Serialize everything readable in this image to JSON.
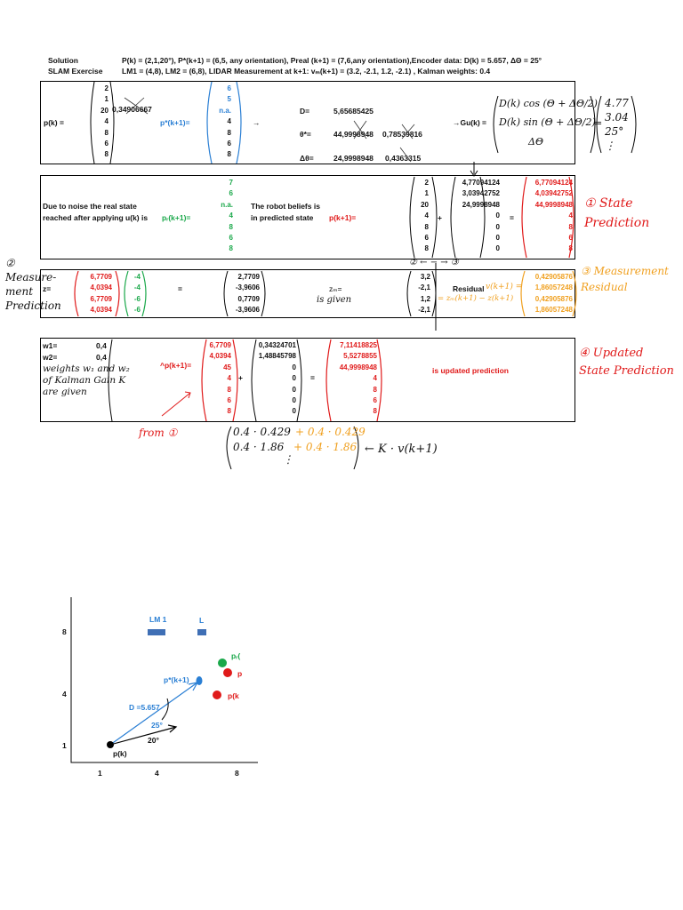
{
  "header": {
    "solution": "Solution",
    "exercise": "SLAM Exercise",
    "line1": "P(k) = (2,1,20°), P*(k+1) = (6,5, any orientation), Preal (k+1) = (7,6,any orientation),Encoder data: D(k) = 5.657, ΔΘ = 25°",
    "line2": "LM1 = (4,8), LM2 = (6,8), LIDAR Measurement at k+1: vₘ(k+1) = (3.2, -2.1, 1.2, -2.1) , Kalman weights: 0.4"
  },
  "row1": {
    "pk_label": "p(k) =",
    "pk": [
      "2",
      "1",
      "20",
      "4",
      "8",
      "6",
      "8"
    ],
    "pk_aside": "0,34906667",
    "pstar_label": "p*(k+1)=",
    "pstar": [
      "6",
      "5",
      "n.a.",
      "4",
      "8",
      "6",
      "8"
    ],
    "arrow": "→",
    "d_label": "D=",
    "d_value": "5,65685425",
    "theta_label": "θ*=",
    "theta_value": "44,9998948",
    "theta_rad": "0,78539816",
    "dtheta_label": "Δθ=",
    "dtheta_value": "24,9998948",
    "dtheta_rad": "0,4363315",
    "gu_label": "→Gu(k) =",
    "hw_gu1": "D(k) cos (Θ + ΔΘ/2)",
    "hw_gu2": "D(k) sin (Θ + ΔΘ/2)",
    "hw_gu3": "ΔΘ",
    "hw_result": [
      "4.77",
      "3.04",
      "25°",
      "⋮"
    ]
  },
  "row2": {
    "text1": "Due to noise the real state",
    "text2": "reached after applying u(k) is",
    "preal_label": "pᵣ(k+1)=",
    "preal": [
      "7",
      "6",
      "n.a.",
      "4",
      "8",
      "6",
      "8"
    ],
    "belief1": "The robot beliefs is",
    "belief2": "in predicted state",
    "p_label": "p(k+1)=",
    "pk": [
      "2",
      "1",
      "20",
      "4",
      "8",
      "6",
      "8"
    ],
    "gu": [
      "4,77094124",
      "3,03942752",
      "24,9998948",
      "0",
      "0",
      "0",
      "0"
    ],
    "result": [
      "6,77094124",
      "4,03942752",
      "44,9998948",
      "4",
      "8",
      "6",
      "8"
    ],
    "plus": "+",
    "equals": "=",
    "hw_label": "① State Prediction"
  },
  "row3": {
    "z_label": "z=",
    "pred": [
      "6,7709",
      "4,0394",
      "6,7709",
      "4,0394"
    ],
    "lm": [
      "-4",
      "-4",
      "-6",
      "-6"
    ],
    "equals": "=",
    "z": [
      "2,7709",
      "-3,9606",
      "0,7709",
      "-3,9606"
    ],
    "zm_label": "zₘ=",
    "zm_given": "is given",
    "vm": [
      "3,2",
      "-2,1",
      "1,2",
      "-2,1"
    ],
    "residual_label": "Residual",
    "residual_hw": "v(k+1) =",
    "residual_formula": "= zₘ(k+1) − z(k+1)",
    "residual": [
      "0,42905876",
      "1,86057248",
      "0,42905876",
      "1,86057248"
    ],
    "hw_label": "③ Measurement Residual",
    "hw_left": "② Measure- ment Prediction",
    "hw_arrow": "② ← − → ③"
  },
  "row4": {
    "w1_label": "w1=",
    "w1": "0,4",
    "w2_label": "w2=",
    "w2": "0,4",
    "hw_note": "weights w₁ and w₂ of Kalman Gain K are given",
    "p_label": "^p(k+1)=",
    "p": [
      "6,7709",
      "4,0394",
      "45",
      "4",
      "8",
      "6",
      "8"
    ],
    "k": [
      "0,34324701",
      "1,48845798",
      "0",
      "0",
      "0",
      "0",
      "0"
    ],
    "result": [
      "7,11418825",
      "5,5278855",
      "44,9998948",
      "4",
      "8",
      "6",
      "8"
    ],
    "plus": "+",
    "equals": "=",
    "updated": "is updated prediction",
    "hw_label": "④ Updated State Prediction",
    "hw_from": "from ①",
    "hw_k1a": "0.4 · 0.429",
    "hw_k1b": "+ 0.4 · 0.429",
    "hw_k2a": "0.4 · 1.86",
    "hw_k2b": "+ 0.4 · 1.86",
    "hw_k3": "⋮",
    "hw_kv": "← K · v(k+1)"
  },
  "diagram": {
    "y_ticks": [
      "8",
      "4",
      "1"
    ],
    "x_ticks": [
      "1",
      "4",
      "8"
    ],
    "lm1": "LM 1",
    "lm2": "L",
    "pr": "pᵣ(",
    "p_red": "p",
    "pk_red": "p(k",
    "pstar": "p*(k+1)",
    "d": "D =5.657",
    "a25": "25°",
    "a20": "20°",
    "pk": "p(k)"
  },
  "colors": {
    "red": "#e01a1a",
    "green": "#1aa84a",
    "blue": "#2a7fd4",
    "orange": "#f0a020"
  }
}
